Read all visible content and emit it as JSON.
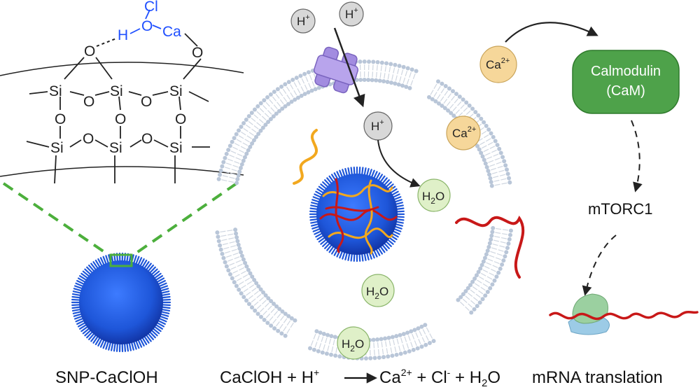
{
  "structure": {
    "atoms": {
      "si": "Si",
      "o": "O",
      "h": "H",
      "ca": "Ca",
      "cl": "Cl"
    },
    "colors": {
      "bond": "#222222",
      "ca_group": "#1f4fff",
      "zoom_box": "#4caf3c"
    }
  },
  "labels": {
    "particle_caption": "SNP-CaClOH",
    "equation": {
      "reactant": "CaClOH + H",
      "reactant_sup": "+",
      "ca": "Ca",
      "ca_sup": "2+",
      "plus1": " + Cl",
      "cl_sup": "-",
      "plus2": " + H",
      "h2o_sub": "2",
      "h2o_tail": "O"
    },
    "translation_caption": "mRNA translation",
    "mtorc": "mTORC1",
    "calmodulin": {
      "line1": "Calmodulin",
      "line2": "(CaM)"
    }
  },
  "ions": {
    "h_plus": {
      "base": "H",
      "sup": "+"
    },
    "ca2_plus": {
      "base": "Ca",
      "sup": "2+"
    },
    "water": {
      "base": "H",
      "sub": "2",
      "tail": "O"
    }
  },
  "colors": {
    "membrane_head": "#b9c6d8",
    "membrane_tail": "#cfd6e0",
    "channel": "#a28ce0",
    "h_bubble": "#d8d8d8",
    "ca_bubble": "#f6d79a",
    "water_bubble": "#dff0c8",
    "calmodulin": "#4ea24a",
    "nanoparticle": "#1e56d9",
    "mrna_red": "#c81818",
    "mrna_orange": "#f2a81e",
    "ribosome_large": "#9bd0a0",
    "ribosome_small": "#9ccbe6"
  }
}
